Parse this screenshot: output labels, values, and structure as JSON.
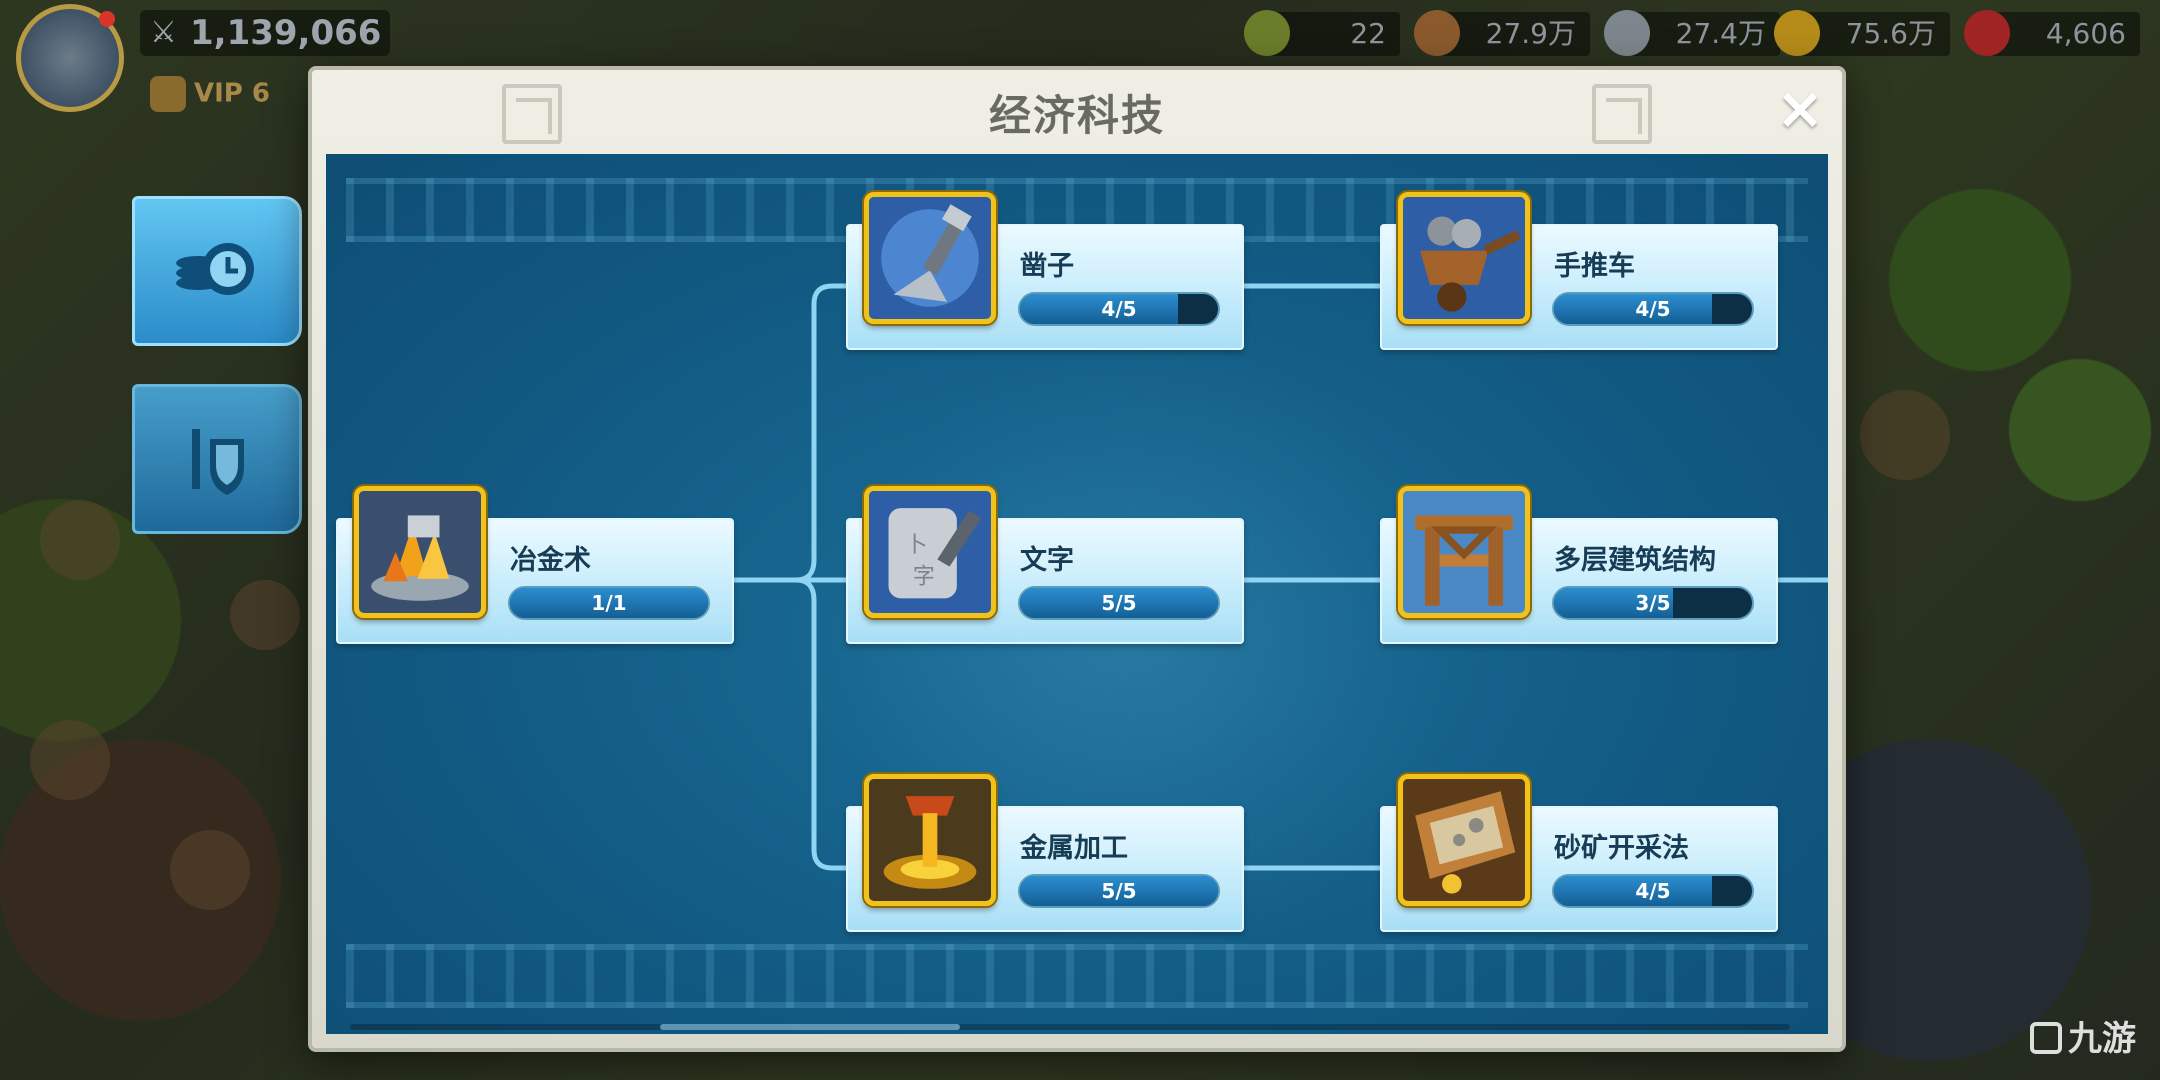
{
  "hud": {
    "power": "1,139,066",
    "vip": "VIP 6",
    "resources": [
      {
        "id": "food",
        "value": "22",
        "color": "#6a7d2a"
      },
      {
        "id": "wood",
        "value": "27.9万",
        "color": "#8a5a2e"
      },
      {
        "id": "stone",
        "value": "27.4万",
        "color": "#7d868c"
      },
      {
        "id": "gold",
        "value": "75.6万",
        "color": "#b58b1a"
      },
      {
        "id": "gems",
        "value": "4,606",
        "color": "#a02424"
      }
    ]
  },
  "dialog": {
    "title": "经济科技",
    "close_icon": "×"
  },
  "tabs": [
    {
      "name": "economy-tab",
      "icon": "coins-clock-icon",
      "active": true
    },
    {
      "name": "military-tab",
      "icon": "sword-shield-icon",
      "active": false
    }
  ],
  "techs": [
    {
      "id": "metallurgy",
      "name": "冶金术",
      "progress": "1/1",
      "level": 1,
      "max": 1,
      "icon": "molten-metal-icon"
    },
    {
      "id": "chisel",
      "name": "凿子",
      "progress": "4/5",
      "level": 4,
      "max": 5,
      "icon": "chisel-icon"
    },
    {
      "id": "writing",
      "name": "文字",
      "progress": "5/5",
      "level": 5,
      "max": 5,
      "icon": "stone-tablet-icon"
    },
    {
      "id": "metalworking",
      "name": "金属加工",
      "progress": "5/5",
      "level": 5,
      "max": 5,
      "icon": "crucible-pour-icon"
    },
    {
      "id": "wheelbarrow",
      "name": "手推车",
      "progress": "4/5",
      "level": 4,
      "max": 5,
      "icon": "wheelbarrow-icon"
    },
    {
      "id": "multilevel",
      "name": "多层建筑结构",
      "progress": "3/5",
      "level": 3,
      "max": 5,
      "icon": "timber-frame-icon"
    },
    {
      "id": "placer_mining",
      "name": "砂矿开采法",
      "progress": "4/5",
      "level": 4,
      "max": 5,
      "icon": "sluice-box-icon"
    }
  ],
  "watermark": "九游",
  "colors": {
    "panel": "#125b84",
    "node": "#c4ebfb",
    "icon_frame": "#f0c21a",
    "link": "#8fd4f2",
    "bar_fill": "#2c8ed0"
  }
}
